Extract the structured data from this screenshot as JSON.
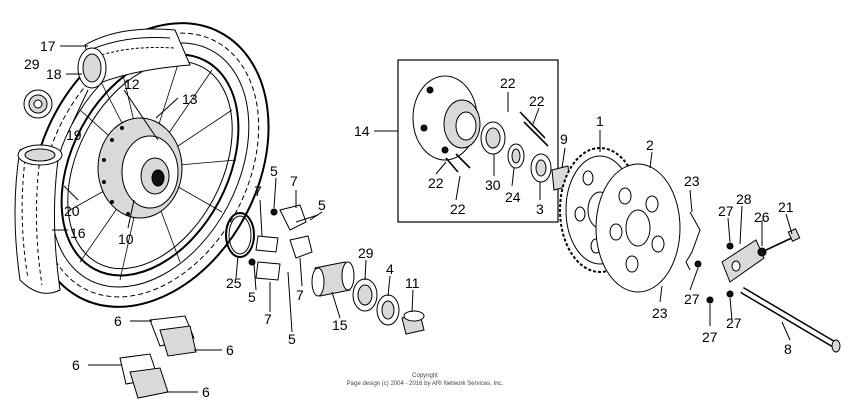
{
  "diagram": {
    "callouts": {
      "c1": "1",
      "c2": "2",
      "c3": "3",
      "c4": "4",
      "c5a": "5",
      "c5b": "5",
      "c5c": "5",
      "c5d": "5",
      "c6a": "6",
      "c6b": "6",
      "c6c": "6",
      "c6d": "6",
      "c7a": "7",
      "c7b": "7",
      "c7c": "7",
      "c7d": "7",
      "c8": "8",
      "c9": "9",
      "c10": "10",
      "c11": "11",
      "c12": "12",
      "c13": "13",
      "c14": "14",
      "c15": "15",
      "c16": "16",
      "c17": "17",
      "c18": "18",
      "c19": "19",
      "c20": "20",
      "c21": "21",
      "c22a": "22",
      "c22b": "22",
      "c22c": "22",
      "c22d": "22",
      "c23a": "23",
      "c23b": "23",
      "c24": "24",
      "c25": "25",
      "c26": "26",
      "c27a": "27",
      "c27b": "27",
      "c27c": "27",
      "c27d": "27",
      "c28": "28",
      "c29a": "29",
      "c29b": "29",
      "c30": "30"
    },
    "copyright_line1": "Copyright",
    "copyright_line2": "Page design (c) 2004 - 2016 by ARI Network Services, Inc."
  }
}
